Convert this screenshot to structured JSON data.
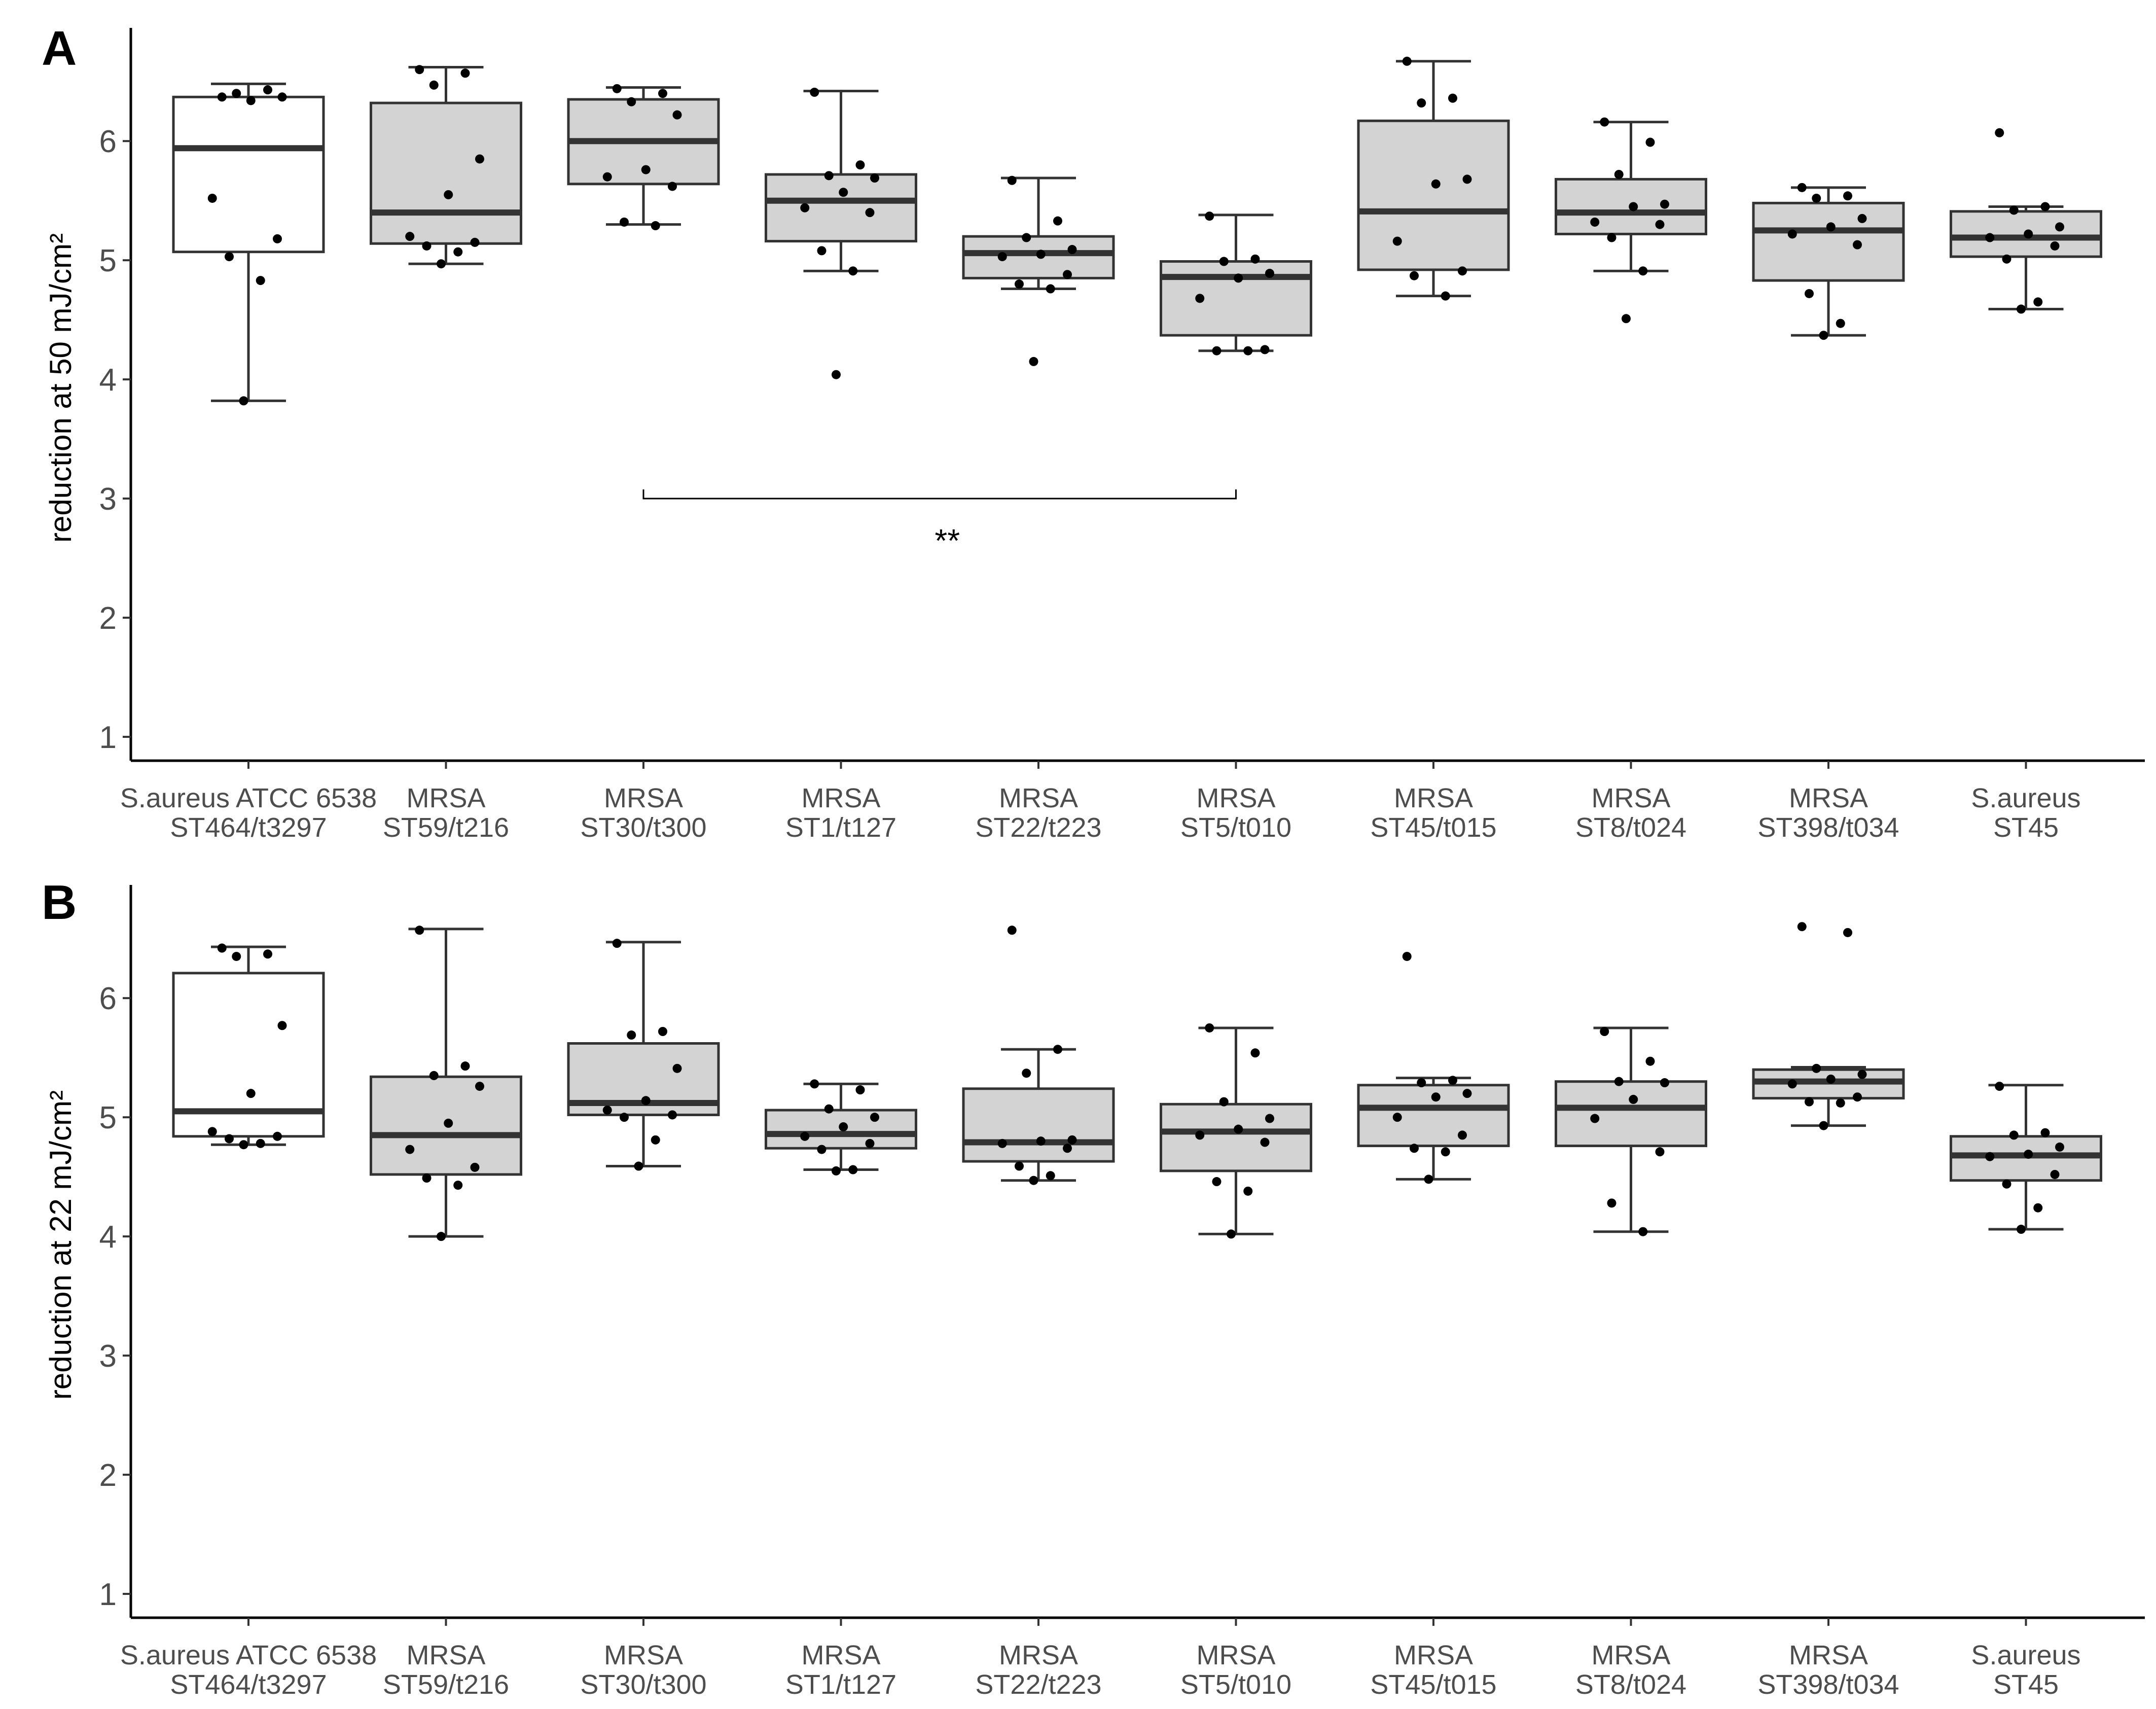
{
  "figure": {
    "box_fill_default": "#d3d3d3",
    "box_fill_reference": "#ffffff",
    "stroke_color": "#333333",
    "point_color": "#000000"
  },
  "chart_data": [
    {
      "panel": "A",
      "type": "boxplot",
      "title": "",
      "xlabel": "",
      "ylabel": "reduction at 50 mJ/cm²",
      "ylim": [
        0.8,
        6.95
      ],
      "yticks": [
        1,
        2,
        3,
        4,
        5,
        6
      ],
      "grid": false,
      "categories": [
        {
          "line1": "S.aureus ATCC 6538",
          "line2": "ST464/t3297",
          "reference": true,
          "whisker_low": 3.82,
          "q1": 5.07,
          "median": 5.94,
          "q3": 6.37,
          "whisker_high": 6.48,
          "points": [
            6.37,
            6.43,
            6.4,
            6.37,
            6.34,
            5.52,
            5.18,
            5.03,
            4.83,
            3.82
          ]
        },
        {
          "line1": "MRSA",
          "line2": "ST59/t216",
          "reference": false,
          "whisker_low": 4.97,
          "q1": 5.14,
          "median": 5.4,
          "q3": 6.32,
          "whisker_high": 6.62,
          "points": [
            6.6,
            6.57,
            6.47,
            5.85,
            5.55,
            5.2,
            5.15,
            5.12,
            5.07,
            4.97
          ]
        },
        {
          "line1": "MRSA",
          "line2": "ST30/t300",
          "reference": false,
          "whisker_low": 5.3,
          "q1": 5.64,
          "median": 6.0,
          "q3": 6.35,
          "whisker_high": 6.45,
          "points": [
            6.44,
            6.4,
            6.33,
            6.22,
            5.76,
            5.7,
            5.62,
            5.32,
            5.29
          ]
        },
        {
          "line1": "MRSA",
          "line2": "ST1/t127",
          "reference": false,
          "whisker_low": 4.91,
          "q1": 5.16,
          "median": 5.5,
          "q3": 5.72,
          "whisker_high": 6.42,
          "points": [
            6.41,
            5.8,
            5.71,
            5.69,
            5.57,
            5.44,
            5.4,
            5.08,
            4.91,
            4.04
          ]
        },
        {
          "line1": "MRSA",
          "line2": "ST22/t223",
          "reference": false,
          "whisker_low": 4.76,
          "q1": 4.85,
          "median": 5.06,
          "q3": 5.2,
          "whisker_high": 5.69,
          "points": [
            5.67,
            5.33,
            5.19,
            5.09,
            5.05,
            5.03,
            4.88,
            4.8,
            4.76,
            4.15
          ]
        },
        {
          "line1": "MRSA",
          "line2": "ST5/t010",
          "reference": false,
          "whisker_low": 4.24,
          "q1": 4.37,
          "median": 4.86,
          "q3": 4.99,
          "whisker_high": 5.38,
          "points": [
            5.37,
            5.01,
            4.99,
            4.89,
            4.85,
            4.68,
            4.25,
            4.24,
            4.24
          ]
        },
        {
          "line1": "MRSA",
          "line2": "ST45/t015",
          "reference": false,
          "whisker_low": 4.7,
          "q1": 4.92,
          "median": 5.41,
          "q3": 6.17,
          "whisker_high": 6.67,
          "points": [
            6.67,
            6.36,
            6.32,
            5.68,
            5.64,
            5.16,
            4.91,
            4.87,
            4.7
          ]
        },
        {
          "line1": "MRSA",
          "line2": "ST8/t024",
          "reference": false,
          "whisker_low": 4.91,
          "q1": 5.22,
          "median": 5.4,
          "q3": 5.68,
          "whisker_high": 6.16,
          "points": [
            6.16,
            5.99,
            5.72,
            5.47,
            5.45,
            5.32,
            5.3,
            5.19,
            4.91,
            4.51
          ]
        },
        {
          "line1": "MRSA",
          "line2": "ST398/t034",
          "reference": false,
          "whisker_low": 4.37,
          "q1": 4.83,
          "median": 5.25,
          "q3": 5.48,
          "whisker_high": 5.61,
          "points": [
            5.61,
            5.54,
            5.52,
            5.35,
            5.28,
            5.22,
            5.13,
            4.72,
            4.47,
            4.37
          ]
        },
        {
          "line1": "S.aureus",
          "line2": "ST45",
          "reference": false,
          "whisker_low": 4.59,
          "q1": 5.03,
          "median": 5.19,
          "q3": 5.41,
          "whisker_high": 5.45,
          "points": [
            6.07,
            5.45,
            5.42,
            5.28,
            5.22,
            5.19,
            5.12,
            5.01,
            4.65,
            4.59
          ]
        }
      ],
      "annotations": [
        {
          "text": "**",
          "from_index": 2,
          "to_index": 5,
          "y": 3.0
        }
      ]
    },
    {
      "panel": "B",
      "type": "boxplot",
      "title": "",
      "xlabel": "",
      "ylabel": "reduction at 22 mJ/cm²",
      "ylim": [
        0.8,
        6.95
      ],
      "yticks": [
        1,
        2,
        3,
        4,
        5,
        6
      ],
      "grid": false,
      "categories": [
        {
          "line1": "S.aureus ATCC 6538",
          "line2": "ST464/t3297",
          "reference": true,
          "whisker_low": 4.77,
          "q1": 4.84,
          "median": 5.05,
          "q3": 6.21,
          "whisker_high": 6.43,
          "points": [
            6.42,
            6.37,
            6.35,
            5.77,
            5.2,
            4.88,
            4.84,
            4.82,
            4.78,
            4.77
          ]
        },
        {
          "line1": "MRSA",
          "line2": "ST59/t216",
          "reference": false,
          "whisker_low": 4.0,
          "q1": 4.52,
          "median": 4.85,
          "q3": 5.34,
          "whisker_high": 6.58,
          "points": [
            6.57,
            5.43,
            5.35,
            5.26,
            4.95,
            4.73,
            4.58,
            4.49,
            4.43,
            4.0
          ]
        },
        {
          "line1": "MRSA",
          "line2": "ST30/t300",
          "reference": false,
          "whisker_low": 4.59,
          "q1": 5.02,
          "median": 5.12,
          "q3": 5.62,
          "whisker_high": 6.47,
          "points": [
            6.46,
            5.72,
            5.69,
            5.41,
            5.14,
            5.06,
            5.02,
            5.0,
            4.81,
            4.59
          ]
        },
        {
          "line1": "MRSA",
          "line2": "ST1/t127",
          "reference": false,
          "whisker_low": 4.56,
          "q1": 4.74,
          "median": 4.86,
          "q3": 5.06,
          "whisker_high": 5.28,
          "points": [
            5.28,
            5.23,
            5.07,
            5.0,
            4.92,
            4.84,
            4.78,
            4.73,
            4.56,
            4.55
          ]
        },
        {
          "line1": "MRSA",
          "line2": "ST22/t223",
          "reference": false,
          "whisker_low": 4.47,
          "q1": 4.63,
          "median": 4.79,
          "q3": 5.24,
          "whisker_high": 5.57,
          "points": [
            6.57,
            5.57,
            5.37,
            4.81,
            4.8,
            4.78,
            4.74,
            4.59,
            4.51,
            4.47
          ]
        },
        {
          "line1": "MRSA",
          "line2": "ST5/t010",
          "reference": false,
          "whisker_low": 4.02,
          "q1": 4.55,
          "median": 4.88,
          "q3": 5.11,
          "whisker_high": 5.75,
          "points": [
            5.75,
            5.54,
            5.13,
            4.99,
            4.9,
            4.85,
            4.79,
            4.46,
            4.38,
            4.02
          ]
        },
        {
          "line1": "MRSA",
          "line2": "ST45/t015",
          "reference": false,
          "whisker_low": 4.48,
          "q1": 4.76,
          "median": 5.08,
          "q3": 5.27,
          "whisker_high": 5.33,
          "points": [
            6.35,
            5.31,
            5.29,
            5.2,
            5.17,
            5.0,
            4.85,
            4.74,
            4.71,
            4.48
          ]
        },
        {
          "line1": "MRSA",
          "line2": "ST8/t024",
          "reference": false,
          "whisker_low": 4.04,
          "q1": 4.76,
          "median": 5.08,
          "q3": 5.3,
          "whisker_high": 5.75,
          "points": [
            5.72,
            5.47,
            5.3,
            5.29,
            5.15,
            4.99,
            4.71,
            4.28,
            4.04
          ]
        },
        {
          "line1": "MRSA",
          "line2": "ST398/t034",
          "reference": false,
          "whisker_low": 4.93,
          "q1": 5.16,
          "median": 5.3,
          "q3": 5.4,
          "whisker_high": 5.42,
          "points": [
            6.6,
            6.55,
            5.41,
            5.36,
            5.32,
            5.28,
            5.17,
            5.13,
            5.12,
            4.93
          ]
        },
        {
          "line1": "S.aureus",
          "line2": "ST45",
          "reference": false,
          "whisker_low": 4.06,
          "q1": 4.47,
          "median": 4.68,
          "q3": 4.84,
          "whisker_high": 5.27,
          "points": [
            5.26,
            4.87,
            4.85,
            4.75,
            4.69,
            4.67,
            4.52,
            4.44,
            4.24,
            4.06
          ]
        }
      ],
      "annotations": []
    }
  ]
}
